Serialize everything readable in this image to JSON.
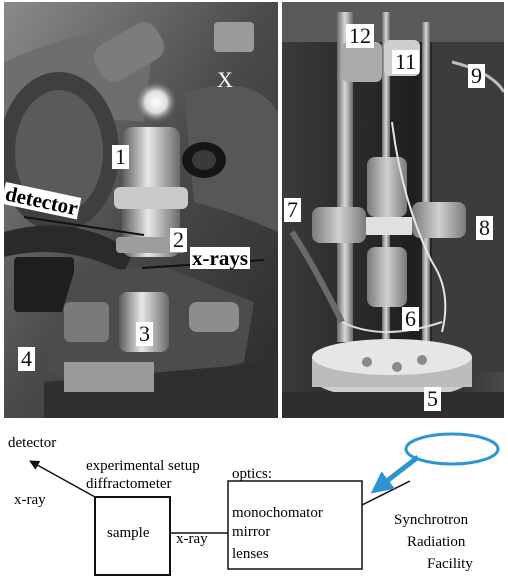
{
  "photo_left": {
    "labels": {
      "x": "X",
      "detector": "detector",
      "xrays": "x-rays",
      "n1": "1",
      "n2": "2",
      "n3": "3",
      "n4": "4"
    }
  },
  "photo_right": {
    "labels": {
      "n5": "5",
      "n6": "6",
      "n7": "7",
      "n8": "8",
      "n9": "9",
      "n11": "11",
      "n12": "12"
    }
  },
  "diagram": {
    "detector": "detector",
    "xray_left": "x-ray",
    "setup_line1": "experimental setup",
    "setup_line2": "diffractometer",
    "sample": "sample",
    "xray_mid": "x-ray",
    "optics_title": "optics:",
    "optics_items": [
      "monochomator",
      "mirror",
      "lenses"
    ],
    "source_line1": "Synchrotron",
    "source_line2": "Radiation",
    "source_line3": "Facility"
  },
  "colors": {
    "synchrotron_ring": "#2e95d3",
    "arrow": "#111111"
  }
}
